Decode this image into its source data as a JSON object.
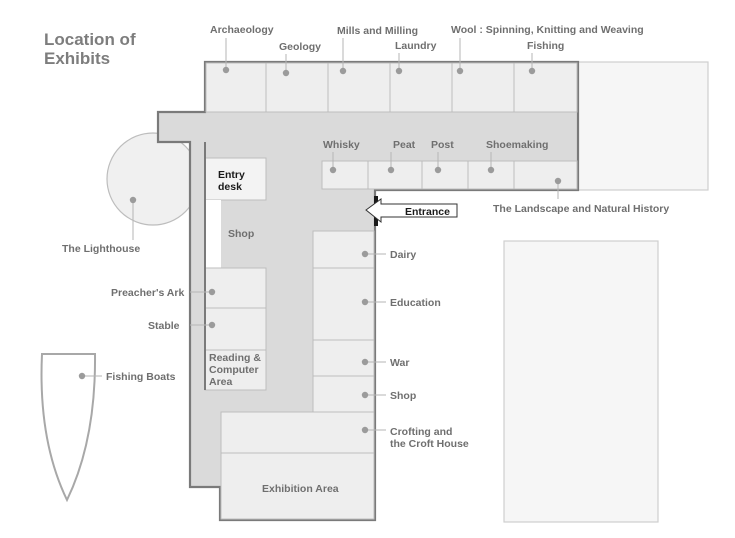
{
  "title": [
    "Location of",
    "Exhibits"
  ],
  "labels": {
    "archaeology": "Archaeology",
    "geology": "Geology",
    "mills": "Mills and Milling",
    "laundry": "Laundry",
    "wool": "Wool : Spinning, Knitting and Weaving",
    "fishing": "Fishing",
    "whisky": "Whisky",
    "peat": "Peat",
    "post": "Post",
    "shoemaking": "Shoemaking",
    "landscape": "The Landscape and Natural History",
    "entry_desk": [
      "Entry",
      "desk"
    ],
    "entrance": "Entrance",
    "shop_inner": "Shop",
    "lighthouse": "The Lighthouse",
    "dairy": "Dairy",
    "education": "Education",
    "preachers_ark": "Preacher's Ark",
    "stable": "Stable",
    "reading": [
      "Reading &",
      "Computer",
      "Area"
    ],
    "war": "War",
    "shop_outer": "Shop",
    "fishing_boats": "Fishing Boats",
    "crofting": [
      "Crofting and",
      "the Croft House"
    ],
    "exhibition_area": "Exhibition Area"
  },
  "colors": {
    "wall": "#7a7a7a",
    "corridor": "#dadada",
    "room": "#eeeeee",
    "label": "#6f6f6f",
    "entrance_marker": "#1a1a1a"
  }
}
